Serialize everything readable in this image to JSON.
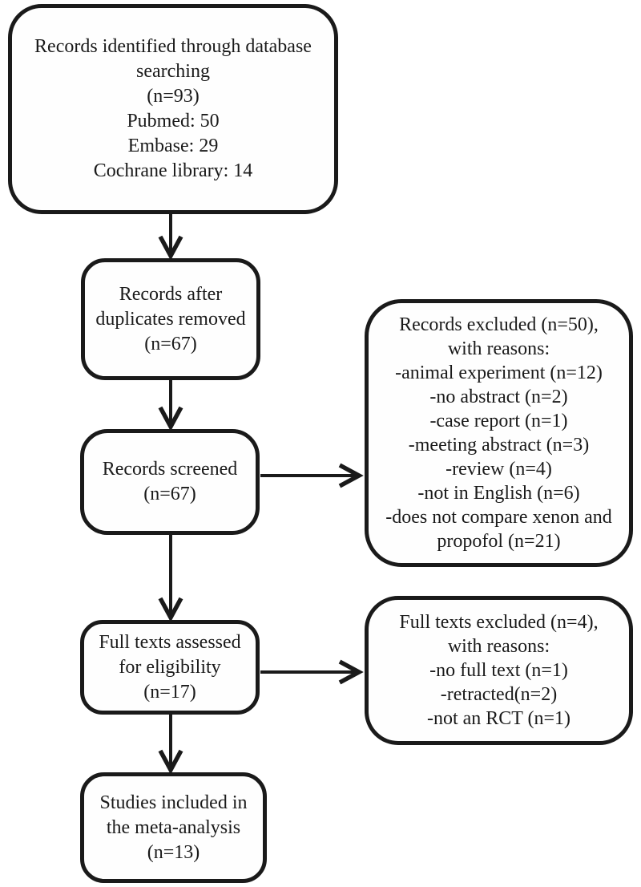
{
  "figure": {
    "background_color": "#ffffff",
    "line_color": "#1a1a1a",
    "text_color": "#1a1a1a"
  },
  "boxes": {
    "identified": {
      "lines": [
        "Records identified through database",
        "searching",
        "(n=93)",
        "Pubmed: 50",
        "Embase: 29",
        "Cochrane library: 14"
      ]
    },
    "after_duplicates": {
      "lines": [
        "Records after",
        "duplicates removed",
        "(n=67)"
      ]
    },
    "screened": {
      "lines": [
        "Records screened",
        "(n=67)"
      ]
    },
    "records_excluded": {
      "lines": [
        "Records excluded (n=50),",
        "with reasons:",
        "-animal experiment (n=12)",
        "-no abstract (n=2)",
        "-case report (n=1)",
        "-meeting abstract (n=3)",
        "-review (n=4)",
        "-not in English (n=6)",
        "-does not compare xenon and",
        "propofol (n=21)"
      ]
    },
    "full_texts_assessed": {
      "lines": [
        "Full texts assessed",
        "for eligibility",
        "(n=17)"
      ]
    },
    "full_texts_excluded": {
      "lines": [
        "Full texts excluded (n=4),",
        "with reasons:",
        "-no full text (n=1)",
        "-retracted(n=2)",
        "-not an RCT (n=1)"
      ]
    },
    "included": {
      "lines": [
        "Studies included in",
        "the meta-analysis",
        "(n=13)"
      ]
    }
  }
}
